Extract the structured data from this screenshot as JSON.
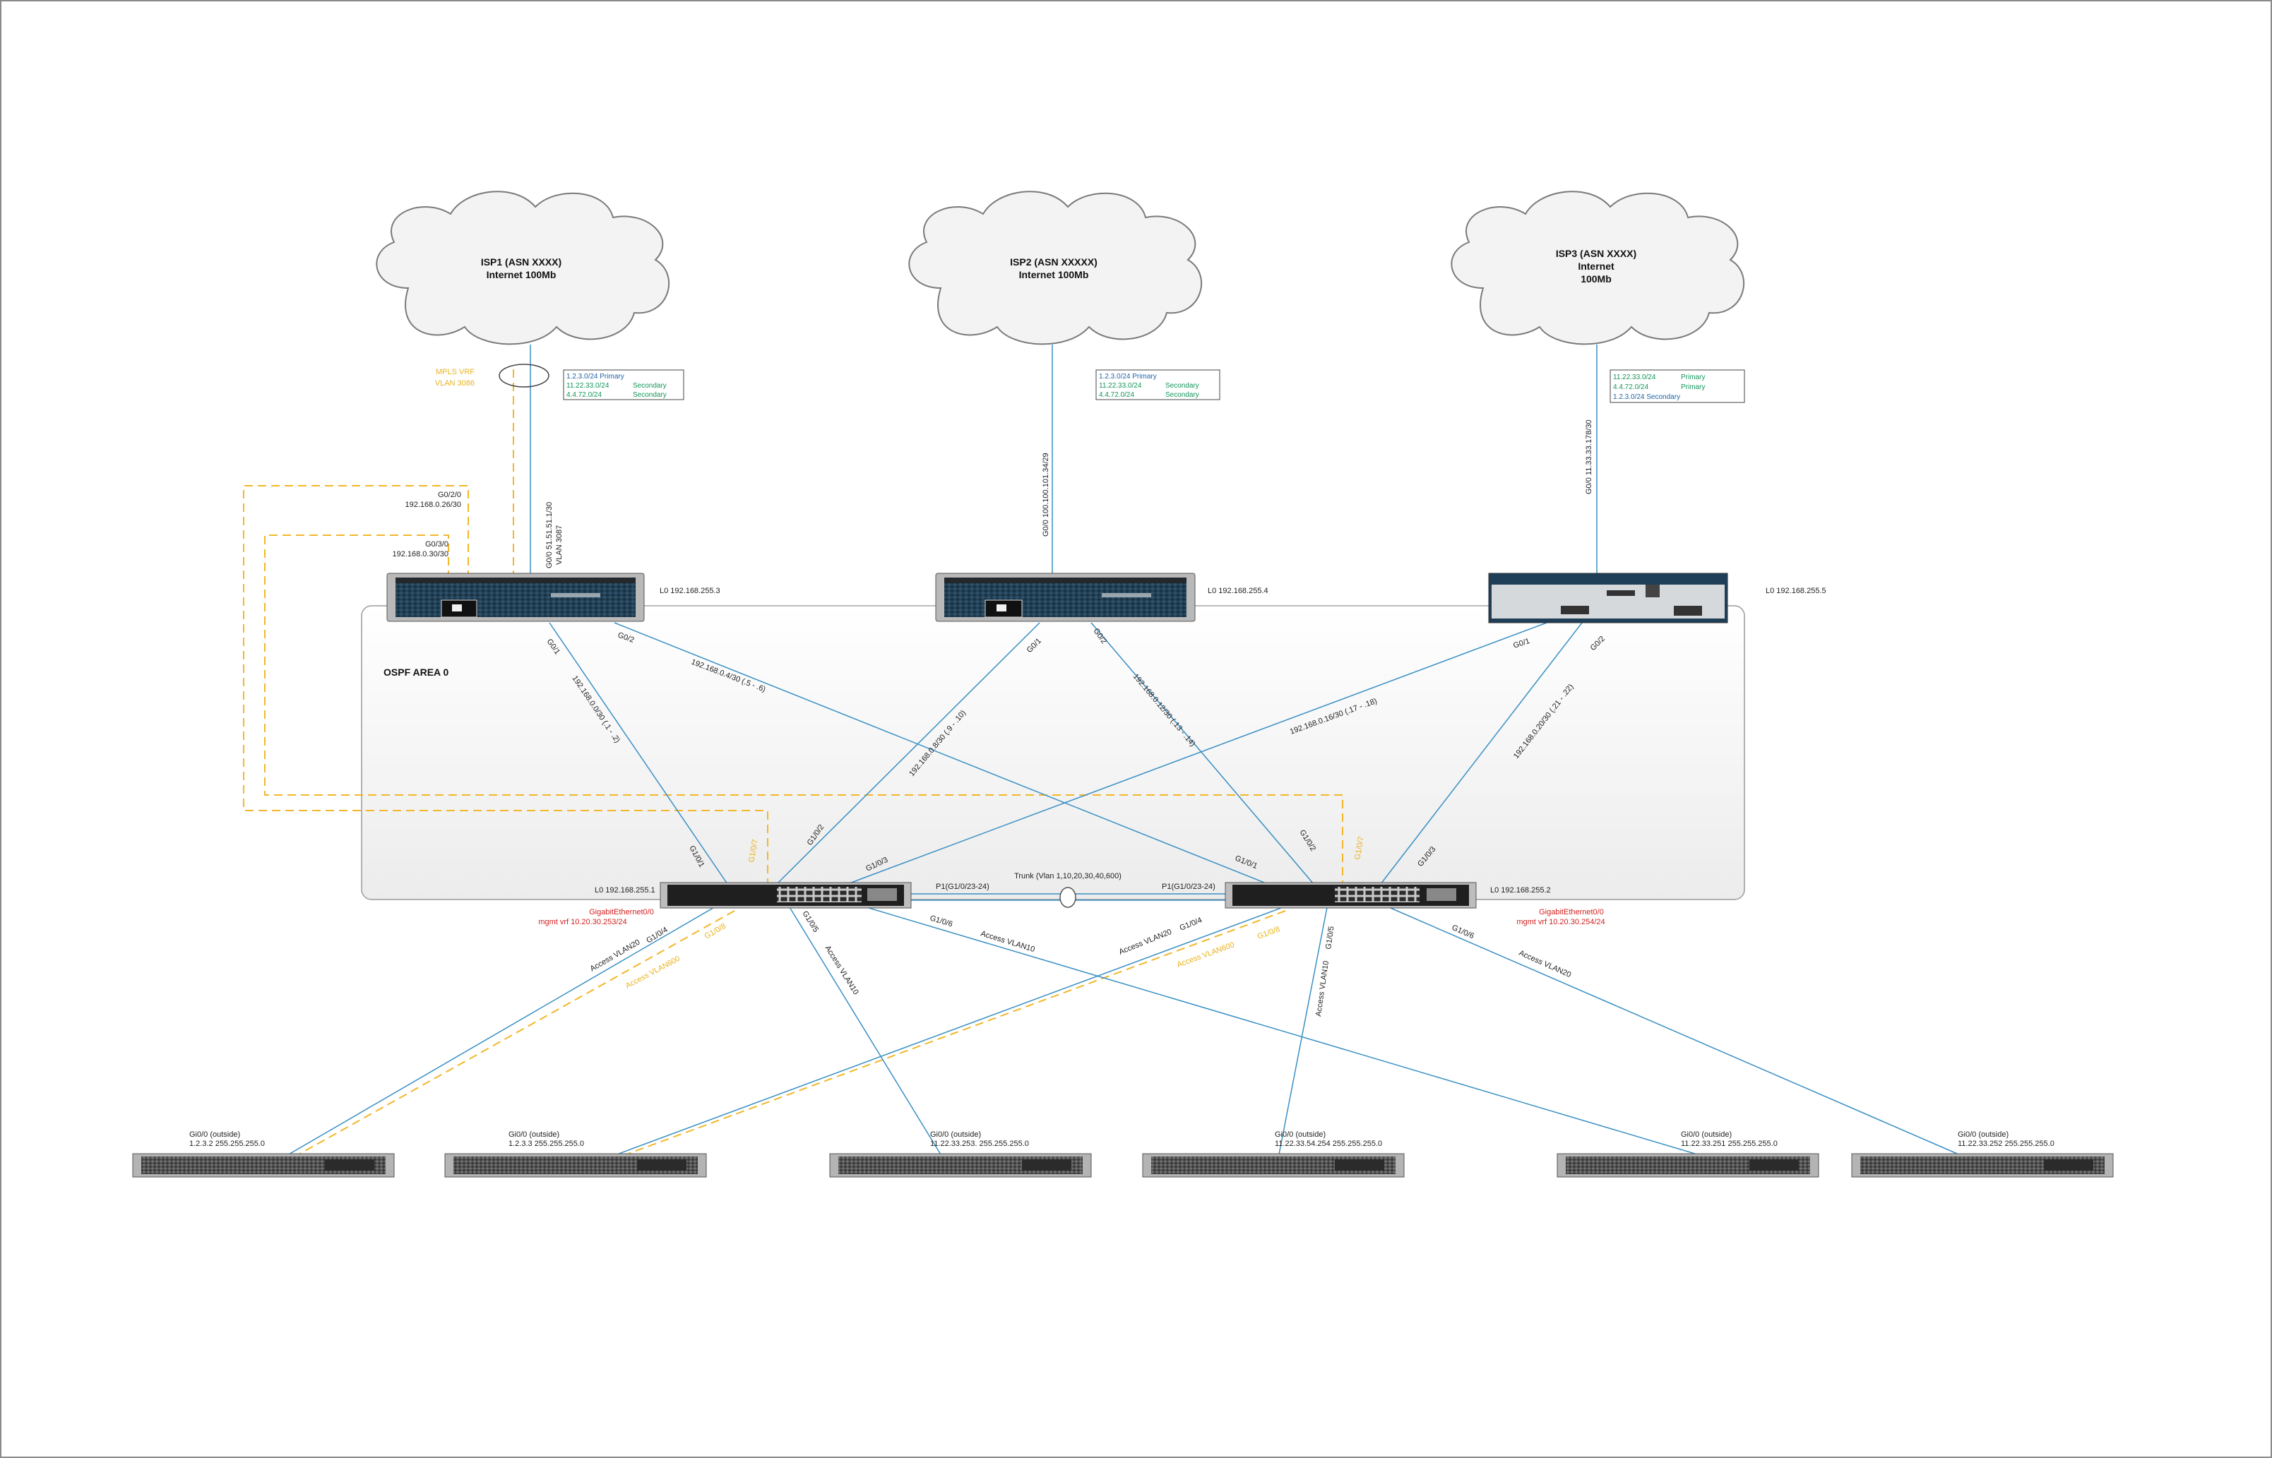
{
  "clouds": [
    {
      "id": "isp1",
      "lines": [
        "ISP1 (ASN XXXX)",
        "Internet 100Mb"
      ]
    },
    {
      "id": "isp2",
      "lines": [
        "ISP2 (ASN XXXXX)",
        "Internet 100Mb"
      ]
    },
    {
      "id": "isp3",
      "lines": [
        "ISP3 (ASN XXXX)",
        "Internet",
        "100Mb"
      ]
    }
  ],
  "prefix_boxes": [
    {
      "rows": [
        {
          "a": "1.2.3.0/24 Primary",
          "b": "",
          "c": "blue"
        },
        {
          "a": "11.22.33.0/24",
          "b": "Secondary",
          "c": "green"
        },
        {
          "a": "4.4.72.0/24",
          "b": "Secondary",
          "c": "green"
        }
      ]
    },
    {
      "rows": [
        {
          "a": "1.2.3.0/24 Primary",
          "b": "",
          "c": "blue"
        },
        {
          "a": "11.22.33.0/24",
          "b": "Secondary",
          "c": "green"
        },
        {
          "a": "4.4.72.0/24",
          "b": "Secondary",
          "c": "green"
        }
      ]
    },
    {
      "rows": [
        {
          "a": "11.22.33.0/24",
          "b": "Primary",
          "c": "green"
        },
        {
          "a": "4.4.72.0/24",
          "b": "Primary",
          "c": "green"
        },
        {
          "a": "1.2.3.0/24 Secondary",
          "b": "",
          "c": "blue"
        }
      ]
    }
  ],
  "mpls": {
    "line1": "MPLS VRF",
    "line2": "VLAN 3086"
  },
  "uplinks": {
    "r1_a": "G0/0 51.51.51.1/30",
    "r1_b": "VLAN 3087",
    "r2": "G0/0 100.100.101.34/29",
    "r3": "G0/0 11.33.33.178/30"
  },
  "r1_ports": [
    {
      "name": "G0/2/0",
      "ip": "192.168.0.26/30"
    },
    {
      "name": "G0/3/0",
      "ip": "192.168.0.30/30"
    }
  ],
  "loopbacks": {
    "r1": "L0 192.168.255.3",
    "r2": "L0 192.168.255.4",
    "r3": "L0 192.168.255.5",
    "sw1": "L0 192.168.255.1",
    "sw2": "L0 192.168.255.2"
  },
  "area_label": "OSPF AREA 0",
  "router_ports": {
    "g01": "G0/1",
    "g02": "G0/2"
  },
  "link_subnets": {
    "r1_sw1": "192.168.0.0/30 (.1 - .2)",
    "r1_sw2": "192.168.0.4/30 (.5 - .6)",
    "r2_sw1": "192.168.0.8/30 (.9 - .10)",
    "r2_sw2": "192.168.0.12/30 (.13 - .14)",
    "r3_sw1": "192.168.0.16/30 (.17 - .18)",
    "r3_sw2": "192.168.0.20/30 (.21 - .22)"
  },
  "switch_ports": {
    "g101": "G1/0/1",
    "g102": "G1/0/2",
    "g103": "G1/0/3",
    "g104": "G1/0/4",
    "g105": "G1/0/5",
    "g106": "G1/0/6",
    "g107": "G1/0/7",
    "g108": "G1/0/8"
  },
  "trunk": {
    "label": "Trunk (Vlan 1,10,20,30,40,600)",
    "p1": "P1(G1/0/23-24)",
    "p2": "P1(G1/0/23-24)"
  },
  "mgmt": {
    "sw1_l1": "GigabitEthernet0/0",
    "sw1_l2": "mgmt vrf 10.20.30.253/24",
    "sw2_l1": "GigabitEthernet0/0",
    "sw2_l2": "mgmt vrf 10.20.30.254/24"
  },
  "access": {
    "v20": "Access VLAN20",
    "v10": "Access VLAN10",
    "v600": "Access VLAN600"
  },
  "firewalls": [
    {
      "l1": "Gi0/0 (outside)",
      "l2": "1.2.3.2 255.255.255.0"
    },
    {
      "l1": "Gi0/0 (outside)",
      "l2": "1.2.3.3 255.255.255.0"
    },
    {
      "l1": "Gi0/0 (outside)",
      "l2": "11.22.33.253. 255.255.255.0"
    },
    {
      "l1": "Gi0/0 (outside)",
      "l2": "11.22.33.54.254 255.255.255.0"
    },
    {
      "l1": "Gi0/0 (outside)",
      "l2": "11.22.33.251 255.255.255.0"
    },
    {
      "l1": "Gi0/0 (outside)",
      "l2": "11.22.33.252 255.255.255.0"
    }
  ],
  "colors": {
    "link": "#3a8fc4",
    "orange": "#f2b72a",
    "red": "#d21f1f",
    "frame": "#8a8a8a"
  }
}
